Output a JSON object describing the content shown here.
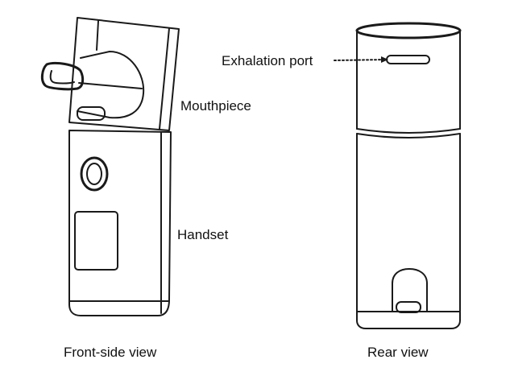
{
  "labels": {
    "mouthpiece": "Mouthpiece",
    "handset": "Handset",
    "exhalation_port": "Exhalation port"
  },
  "captions": {
    "front": "Front-side view",
    "rear": "Rear view"
  },
  "colors": {
    "stroke": "#1a1a1a",
    "background": "#ffffff"
  }
}
